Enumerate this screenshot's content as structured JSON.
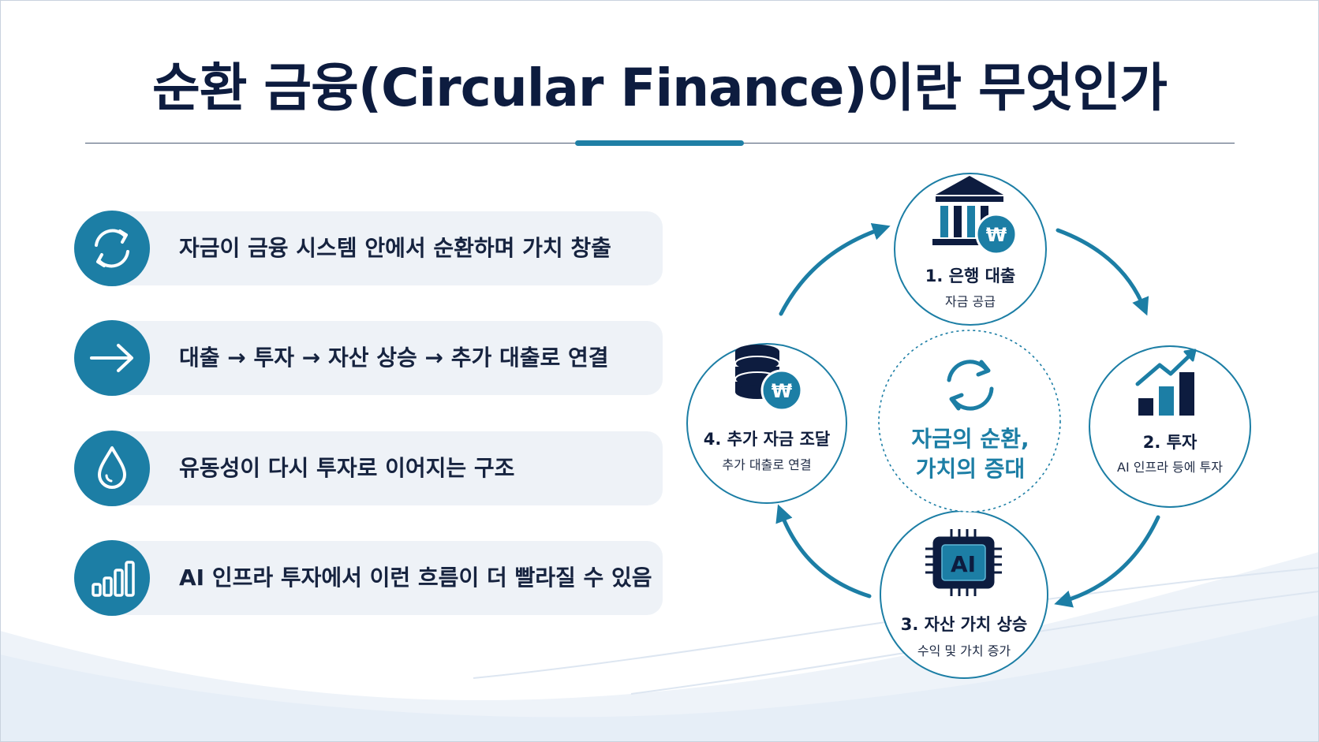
{
  "title": "순환 금융(Circular Finance)이란 무엇인가",
  "points": [
    {
      "icon": "refresh-icon",
      "text": "자금이 금융 시스템 안에서 순환하며 가치 창출"
    },
    {
      "icon": "arrow-right-icon",
      "text": "대출 → 투자 → 자산 상승 → 추가 대출로 연결"
    },
    {
      "icon": "droplet-icon",
      "text": "유동성이 다시 투자로 이어지는 구조"
    },
    {
      "icon": "bar-chart-icon",
      "text": "AI 인프라 투자에서 이런 흐름이 더 빨라질 수 있음"
    }
  ],
  "cycle": {
    "center": {
      "line1": "자금의 순환,",
      "line2": "가치의 증대",
      "icon": "refresh-icon"
    },
    "nodes": [
      {
        "title": "1. 은행 대출",
        "subtitle": "자금 공급",
        "icon": "bank-won-icon"
      },
      {
        "title": "2. 투자",
        "subtitle": "AI 인프라 등에 투자",
        "icon": "growth-chart-icon"
      },
      {
        "title": "3. 자산 가치 상승",
        "subtitle": "수익 및 가치 증가",
        "icon": "ai-chip-icon",
        "chip_text": "AI"
      },
      {
        "title": "4. 추가 자금 조달",
        "subtitle": "추가 대출로 연결",
        "icon": "database-won-icon"
      }
    ],
    "currency_symbol": "₩"
  },
  "colors": {
    "accent": "#1c7ea5",
    "navy": "#0d1c3f",
    "panel": "#eef2f7"
  }
}
